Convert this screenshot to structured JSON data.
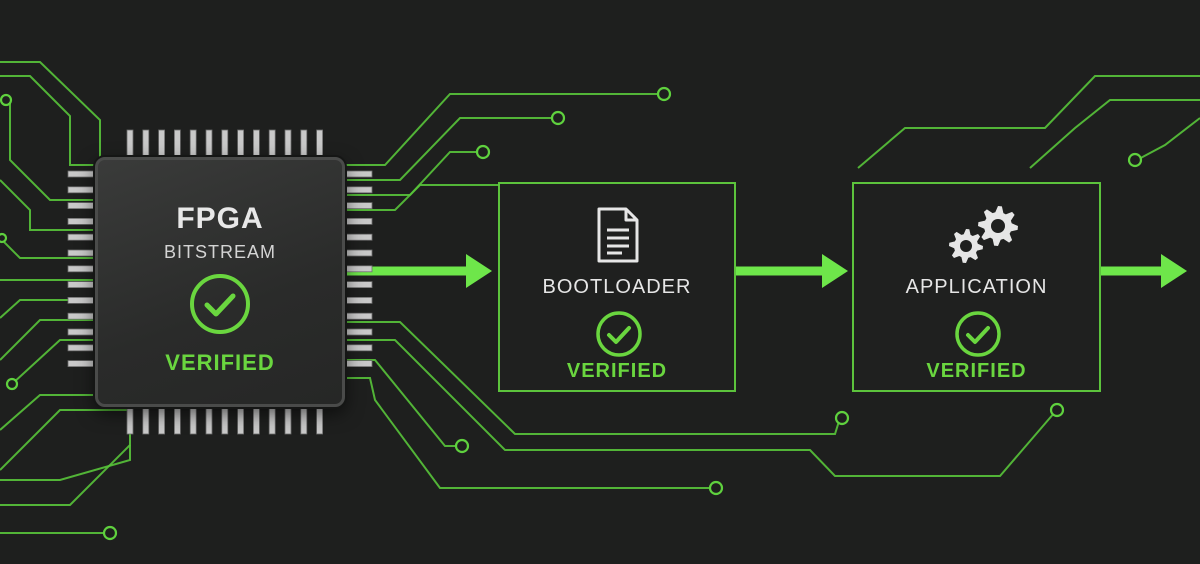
{
  "colors": {
    "background": "#1e1f1e",
    "trace_green": "#58c43a",
    "accent_green": "#6ee64a",
    "verified_green": "#6ad63f",
    "chip_body": "#2e2f2e"
  },
  "fpga": {
    "title": "FPGA",
    "subtitle": "BITSTREAM",
    "status": "VERIFIED",
    "status_icon": "check-circle-icon"
  },
  "stages": [
    {
      "label": "BOOTLOADER",
      "status": "VERIFIED",
      "icon": "document-icon",
      "status_icon": "check-circle-icon"
    },
    {
      "label": "APPLICATION",
      "status": "VERIFIED",
      "icon": "gears-icon",
      "status_icon": "check-circle-icon"
    }
  ]
}
